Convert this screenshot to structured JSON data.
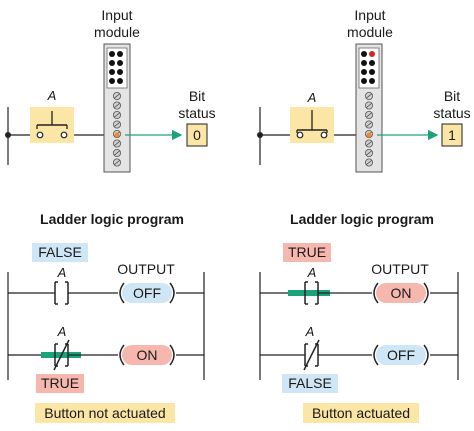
{
  "panels": [
    {
      "id": "left",
      "input_module_label": [
        "Input",
        "module"
      ],
      "switch_label": "A",
      "bit_status_label": [
        "Bit",
        "status"
      ],
      "bit_value": "0",
      "switch_closed": false,
      "led_on": false,
      "ladder_title": "Ladder logic program",
      "rung1": {
        "state_label": "FALSE",
        "state_color": "#cfe6f6",
        "contact_label": "A",
        "contact_type": "NO",
        "energized": false,
        "output_header": "OUTPUT",
        "coil_text": "OFF",
        "coil_color": "#cfe6f6"
      },
      "rung2": {
        "state_label": "TRUE",
        "state_color": "#f6b8ae",
        "contact_label": "A",
        "contact_type": "NC",
        "energized": true,
        "coil_text": "ON",
        "coil_color": "#f6b8ae"
      },
      "caption": "Button not actuated",
      "caption_color": "#fbe6a6"
    },
    {
      "id": "right",
      "input_module_label": [
        "Input",
        "module"
      ],
      "switch_label": "A",
      "bit_status_label": [
        "Bit",
        "status"
      ],
      "bit_value": "1",
      "switch_closed": true,
      "led_on": true,
      "ladder_title": "Ladder logic program",
      "rung1": {
        "state_label": "TRUE",
        "state_color": "#f6b8ae",
        "contact_label": "A",
        "contact_type": "NO",
        "energized": true,
        "output_header": "OUTPUT",
        "coil_text": "ON",
        "coil_color": "#f6b8ae"
      },
      "rung2": {
        "state_label": "FALSE",
        "state_color": "#cfe6f6",
        "contact_label": "A",
        "contact_type": "NC",
        "energized": false,
        "coil_text": "OFF",
        "coil_color": "#cfe6f6"
      },
      "caption": "Button actuated",
      "caption_color": "#fbe6a6"
    }
  ],
  "colors": {
    "switch_box": "#fbe6a6",
    "module_body": "#e4e4e4",
    "energized_bar": "#1aa37a",
    "arrow": "#1aa37a",
    "led_active": "#d7261e",
    "bit_box": "#fbe6a6"
  }
}
